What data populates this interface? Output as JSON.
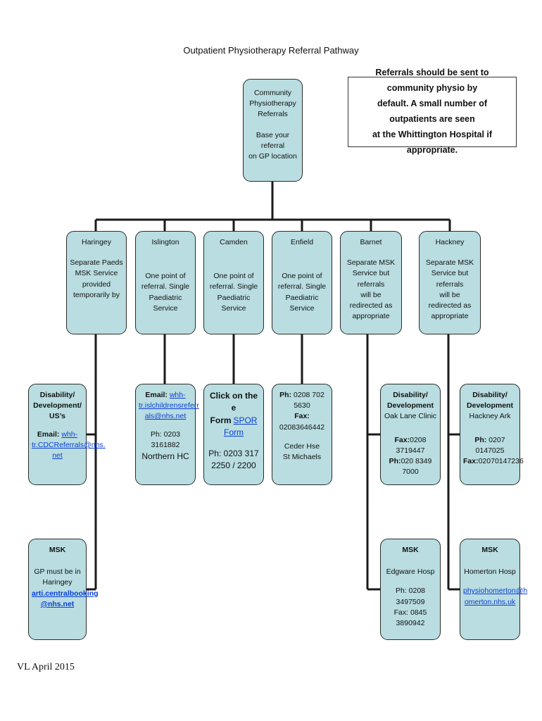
{
  "title": "Outpatient Physiotherapy Referral Pathway",
  "note": {
    "lines": [
      "Referrals should be sent to community physio by",
      "default. A small number of outpatients are seen",
      "at the Whittington Hospital if appropriate."
    ]
  },
  "root": {
    "lines": [
      "Community",
      "Physiotherapy",
      "Referrals",
      "Base your referral",
      "on GP location"
    ]
  },
  "areas": {
    "haringey": {
      "name": "Haringey",
      "desc": [
        "Separate Paeds",
        "MSK Service",
        "provided",
        "temporarily by"
      ]
    },
    "islington": {
      "name": "Islington",
      "desc": [
        "One point of",
        "referral.  Single",
        "Paediatric Service"
      ]
    },
    "camden": {
      "name": "Camden",
      "desc": [
        "One point of",
        "referral.  Single",
        "Paediatric Service"
      ]
    },
    "enfield": {
      "name": "Enfield",
      "desc": [
        "One point of",
        "referral.  Single",
        "Paediatric Service"
      ]
    },
    "barnet": {
      "name": "Barnet",
      "desc": [
        "Separate MSK",
        "Service but referrals",
        "will be redirected as",
        "appropriate"
      ]
    },
    "hackney": {
      "name": "Hackney",
      "desc": [
        "Separate MSK",
        "Service but referrals",
        "will be redirected as",
        "appropriate"
      ]
    }
  },
  "contacts": {
    "haringey_dis": {
      "heading1": "Disability/",
      "heading2": "Development/ US’s",
      "email_label": "Email:",
      "email_1": "whh-",
      "email_2": "tr.CDCReferrals@nhs.",
      "email_3": "net"
    },
    "haringey_msk": {
      "heading": "MSK",
      "line1": "GP must be in",
      "line2": "Haringey",
      "email_1": "arti.centralbooking",
      "email_2": "@nhs.net"
    },
    "islington": {
      "email_label": "Email:",
      "email_1": "whh-",
      "email_2": "tr.islchildrensreferr",
      "email_3": "als@nhs.net",
      "phone": "Ph: 0203 3161882",
      "site": "Northern HC"
    },
    "camden": {
      "line1": "Click on the e",
      "form_label": "Form",
      "form_link": "SPOR Form",
      "phone1": "Ph: 0203 317",
      "phone2": "2250 / 2200"
    },
    "enfield": {
      "ph_label": "Ph:",
      "ph": "0208 702 5630",
      "fax_label": "Fax:",
      "fax": "02083646442",
      "site1": "Ceder Hse",
      "site2": "St Michaels"
    },
    "barnet_dis": {
      "heading1": "Disability/",
      "heading2": "Development",
      "site": "Oak Lane Clinic",
      "fax_label": "Fax:",
      "fax": "0208 3719447",
      "ph_label": "Ph:",
      "ph": "020 8349 7000"
    },
    "barnet_msk": {
      "heading": "MSK",
      "site": "Edgware Hosp",
      "phone": "Ph: 0208 3497509",
      "fax": "Fax: 0845 3890942"
    },
    "hackney_dis": {
      "heading1": "Disability/",
      "heading2": "Development",
      "site": "Hackney Ark",
      "ph_label": "Ph:",
      "ph": "0207 0147025",
      "fax_label": "Fax:",
      "fax": "02070147236"
    },
    "hackney_msk": {
      "heading": "MSK",
      "site": "Homerton Hosp",
      "email_1": "physiohomerton@h",
      "email_2": "omerton.nhs.uk"
    }
  },
  "footer": "VL April 2015"
}
